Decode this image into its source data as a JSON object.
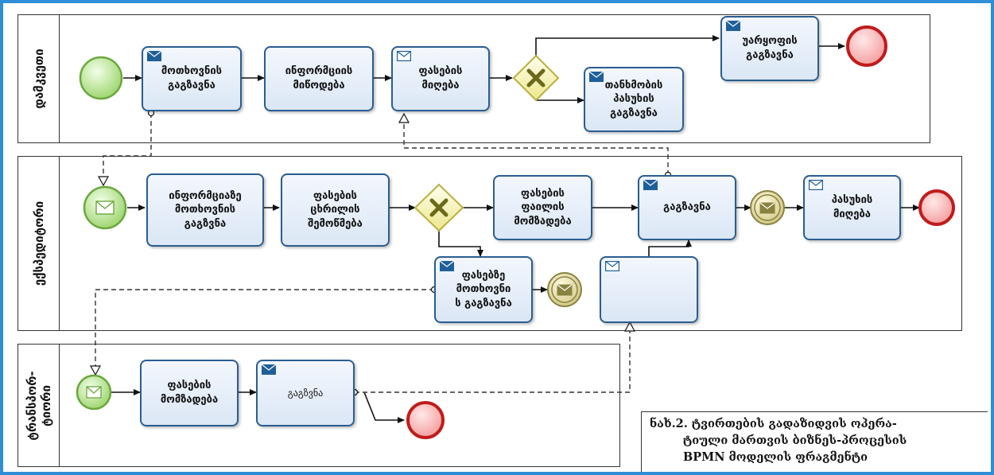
{
  "lanes": {
    "customer": "დამკვეთი",
    "forwarder": "ექსპედიტორი",
    "carrier": "ტრანსპორ-ტიორი"
  },
  "tasks": {
    "t1": "მოთხოვნის\nგაგზავნა",
    "t2": "ინფორმციის\nმიწოდება",
    "t3": "ფასების\nმიღება",
    "t4": "უარყოფის\nგაგზავნა",
    "t5": "თანხმობის\nპასუხის\nგაგზავნა",
    "t6": "ინფორმციაზე\nმოთხოვნის\nგაგზვნა",
    "t7": "ფასების\nცხრილის\nშემოწმება",
    "t8": "ფასების\nფაილის\nმომზადება",
    "t9": "გაგზავნა",
    "t10": "პასუხის\nმიღება",
    "t11": "ფასებზე\nმოთხოვნი\nს გაგზავნა",
    "t12": "",
    "t13": "ფასების\nმომზადება",
    "t14": "გაგზვნა"
  },
  "caption": {
    "line1": "ნახ.2. ტვირთების გადაზიდვის ოპერა-",
    "line2": "ტიული მართვის ბიზნეს-პროცესის",
    "line3": "BPMN მოდელის ფრაგმენტი"
  },
  "colors": {
    "frame": "#2e8fd8",
    "task_border": "#2a5d91",
    "start_event": "#9bd36a",
    "end_event": "#e05050",
    "gateway": "#e8e27a",
    "intermediate_event": "#cfc682"
  }
}
